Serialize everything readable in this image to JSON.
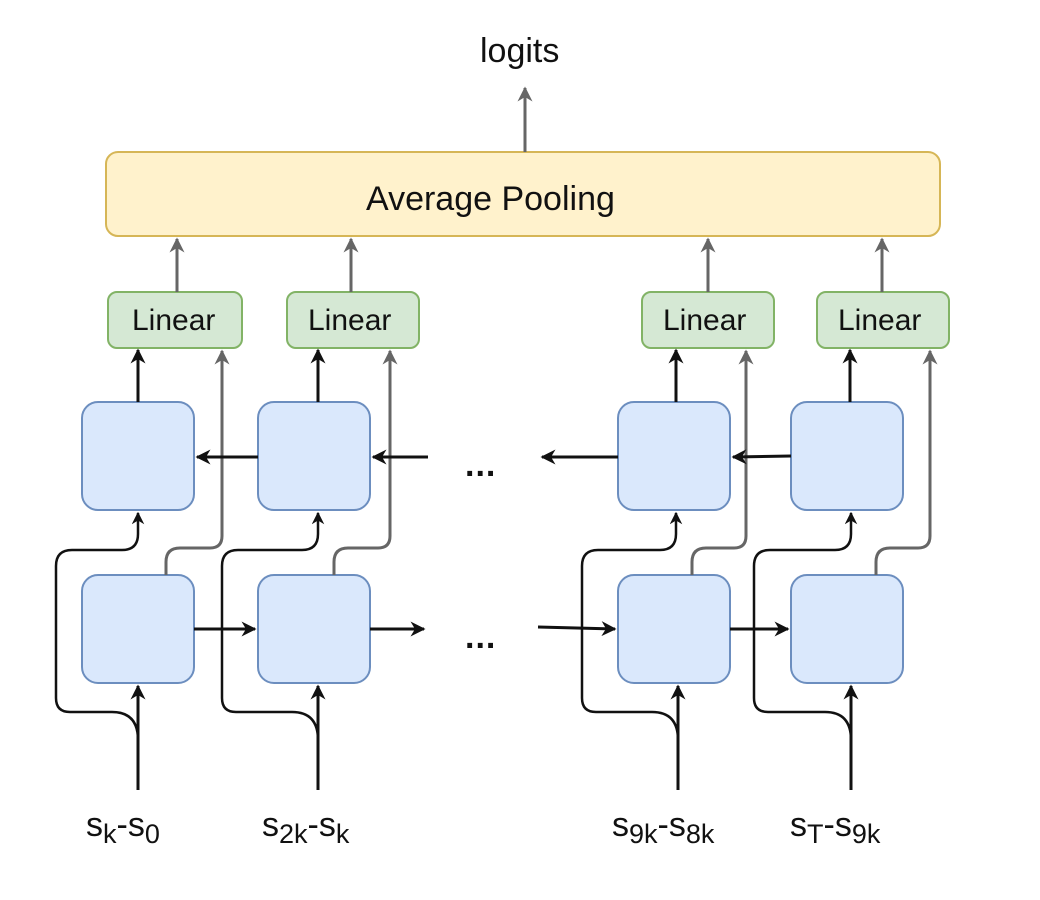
{
  "output_label": "logits",
  "pooling_label": "Average Pooling",
  "linear_label": "Linear",
  "ellipsis": "...",
  "inputs": [
    {
      "a": "s",
      "a_sub": "k",
      "dash": "-",
      "b": "s",
      "b_sub": "0"
    },
    {
      "a": "s",
      "a_sub": "2k",
      "dash": "-",
      "b": "s",
      "b_sub": "k"
    },
    {
      "a": "s",
      "a_sub": "9k",
      "dash": "-",
      "b": "s",
      "b_sub": "8k"
    },
    {
      "a": "s",
      "a_sub": "T",
      "dash": "-",
      "b": "s",
      "b_sub": "9k"
    }
  ],
  "colors": {
    "pool_fill": "#fff2cc",
    "pool_stroke": "#d6b656",
    "linear_fill": "#d5e8d4",
    "linear_stroke": "#82b366",
    "cell_fill": "#dae8fc",
    "cell_stroke": "#6c8ebf",
    "arrow_black": "#111111",
    "arrow_gray": "#666666"
  }
}
